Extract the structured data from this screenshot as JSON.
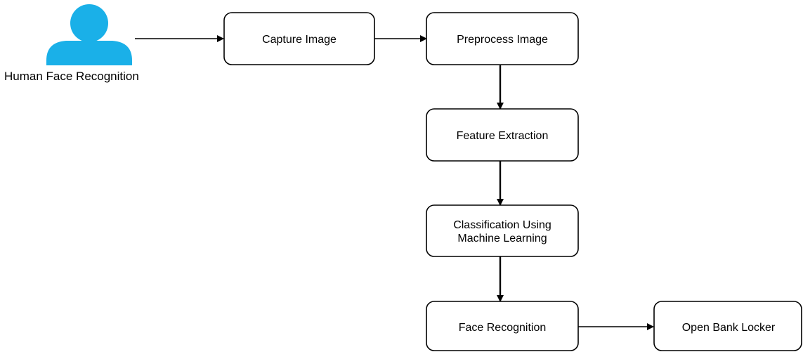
{
  "actor": {
    "label": "Human Face Recognition",
    "icon": "user-icon",
    "color": "#1ab0e8"
  },
  "nodes": {
    "capture": "Capture Image",
    "preprocess": "Preprocess Image",
    "feature": "Feature Extraction",
    "classification_line1": "Classification Using",
    "classification_line2": "Machine Learning",
    "face_recognition": "Face Recognition",
    "open_locker": "Open Bank Locker"
  },
  "edges": [
    {
      "from": "actor",
      "to": "capture"
    },
    {
      "from": "capture",
      "to": "preprocess"
    },
    {
      "from": "preprocess",
      "to": "feature"
    },
    {
      "from": "feature",
      "to": "classification"
    },
    {
      "from": "classification",
      "to": "face_recognition"
    },
    {
      "from": "face_recognition",
      "to": "open_locker"
    }
  ]
}
